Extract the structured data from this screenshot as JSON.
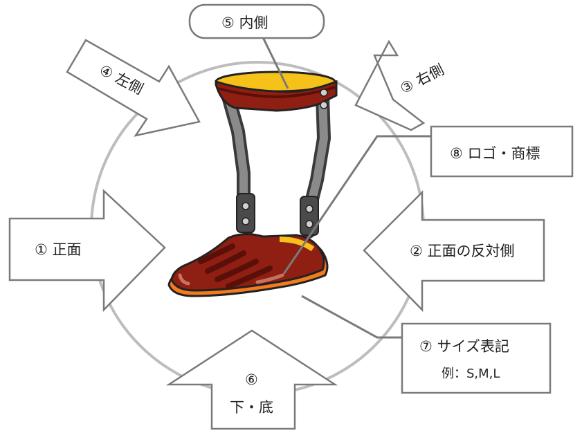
{
  "labels": {
    "front": "① 正面",
    "back": "② 正面の反対側",
    "right": "③ 右側",
    "left": "④ 左側",
    "inner": "⑤ 内側",
    "bottom_num": "⑥",
    "bottom": "下・底",
    "size": "⑦ サイズ表記",
    "size_example": "例：S,M,L",
    "logo": "⑧ ロゴ・商標"
  },
  "colors": {
    "arrow_fill": "#ffffff",
    "arrow_stroke": "#7a7a7a",
    "circle_stroke": "#bdbdbd",
    "box_stroke": "#7a7a7a",
    "shoe_red": "#8e1f12",
    "shoe_dark": "#5a0f08",
    "shoe_sole": "#f47a1e",
    "cuff_yellow": "#f6c21a",
    "strut_gray": "#707070"
  },
  "icons": {
    "brace": "ankle-foot-orthosis-illustration"
  }
}
